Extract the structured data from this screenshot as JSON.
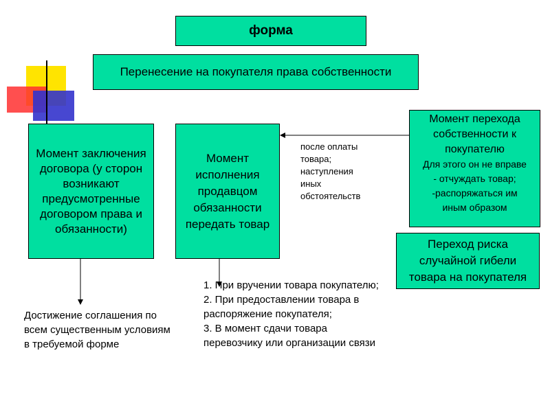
{
  "title": "форма",
  "subtitle": "Перенесение на покупателя права собственности",
  "box_conclusion": "Момент заключения договора (у сторон возникают предусмотренные договором права и обязанности)",
  "box_execution": "Момент исполнения продавцом обязанности передать товар",
  "after_payment_note": [
    "после оплаты",
    "товара;",
    "наступления",
    "иных",
    "обстоятельств"
  ],
  "transfer_box": {
    "title": "Момент перехода собственности к покупателю",
    "lines": [
      "Для этого он не вправе",
      "-  отчуждать товар;",
      "-распоряжаться им",
      "иным образом"
    ]
  },
  "risk_box": "Переход риска случайной гибели товара на покупателя",
  "agreement_text": "Достижение соглашения по всем существенным условиям в требуемой форме",
  "delivery_list": [
    "1.   При вручении товара покупателю;",
    "2.   При предоставлении товара в распоряжение покупателя;",
    "3. В момент сдачи товара перевозчику или организации связи"
  ],
  "colors": {
    "box_fill": "#00DFA0",
    "deco_yellow": "#FFE400",
    "deco_red": "#FF2020",
    "deco_blue": "#3333CC"
  }
}
